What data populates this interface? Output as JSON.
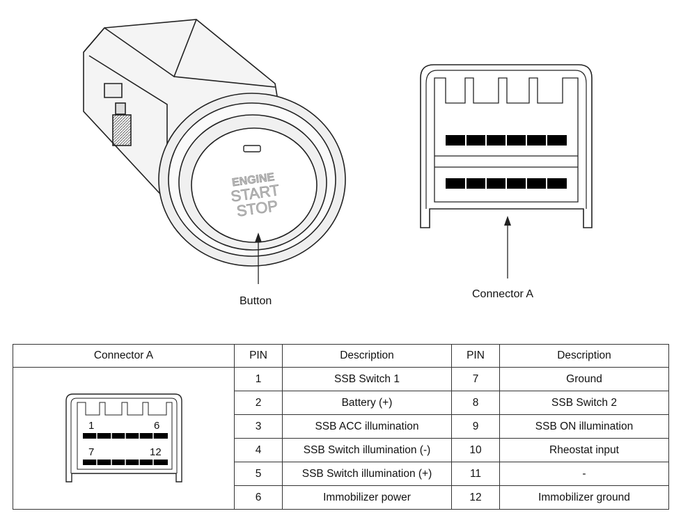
{
  "labels": {
    "button": "Button",
    "connector": "Connector A"
  },
  "switch_face": {
    "line1": "ENGINE",
    "line2": "START",
    "line3": "STOP"
  },
  "table": {
    "headers": [
      "Connector A",
      "PIN",
      "Description",
      "PIN",
      "Description"
    ],
    "rows": [
      {
        "pin_a": "1",
        "desc_a": "SSB Switch 1",
        "pin_b": "7",
        "desc_b": "Ground"
      },
      {
        "pin_a": "2",
        "desc_a": "Battery (+)",
        "pin_b": "8",
        "desc_b": "SSB Switch 2"
      },
      {
        "pin_a": "3",
        "desc_a": "SSB ACC illumination",
        "pin_b": "9",
        "desc_b": "SSB ON illumination"
      },
      {
        "pin_a": "4",
        "desc_a": "SSB Switch illumination (-)",
        "pin_b": "10",
        "desc_b": "Rheostat input"
      },
      {
        "pin_a": "5",
        "desc_a": "SSB Switch illumination (+)",
        "pin_b": "11",
        "desc_b": "-"
      },
      {
        "pin_a": "6",
        "desc_a": "Immobilizer power",
        "pin_b": "12",
        "desc_b": "Immobilizer ground"
      }
    ],
    "mini_connector": {
      "pin_top_left": "1",
      "pin_top_right": "6",
      "pin_bottom_left": "7",
      "pin_bottom_right": "12"
    }
  }
}
